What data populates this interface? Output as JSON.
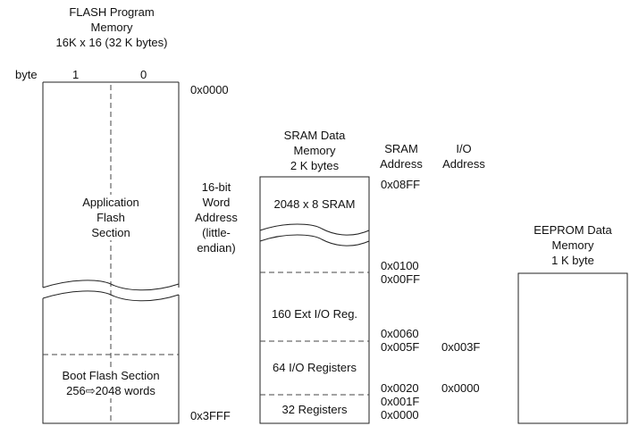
{
  "flash": {
    "title_line1": "FLASH Program",
    "title_line2": "Memory",
    "title_line3": "16K x 16 (32 K bytes)",
    "byte_label": "byte",
    "byte_hi": "1",
    "byte_lo": "0",
    "app_section_line1": "Application",
    "app_section_line2": "Flash",
    "app_section_line3": "Section",
    "boot_section_line1": "Boot Flash Section",
    "boot_section_line2": "256⇨2048 words",
    "addr_top": "0x0000",
    "addr_bottom": "0x3FFF"
  },
  "word_address_note": {
    "line1": "16-bit",
    "line2": "Word",
    "line3": "Address",
    "line4": "(little-",
    "line5": "endian)"
  },
  "sram": {
    "title_line1": "SRAM Data",
    "title_line2": "Memory",
    "title_line3": "2 K bytes",
    "col_sram_line1": "SRAM",
    "col_sram_line2": "Address",
    "col_io_line1": "I/O",
    "col_io_line2": "Address",
    "block_sram": "2048 x 8 SRAM",
    "block_ext_io": "160 Ext I/O Reg.",
    "block_io": "64 I/O Registers",
    "block_regs": "32 Registers",
    "addr_08ff": "0x08FF",
    "addr_0100": "0x0100",
    "addr_00ff": "0x00FF",
    "addr_0060": "0x0060",
    "addr_005f": "0x005F",
    "addr_0020": "0x0020",
    "addr_001f": "0x001F",
    "addr_0000": "0x0000",
    "io_003f": "0x003F",
    "io_0000": "0x0000"
  },
  "eeprom": {
    "title_line1": "EEPROM Data",
    "title_line2": "Memory",
    "title_line3": "1 K byte"
  }
}
